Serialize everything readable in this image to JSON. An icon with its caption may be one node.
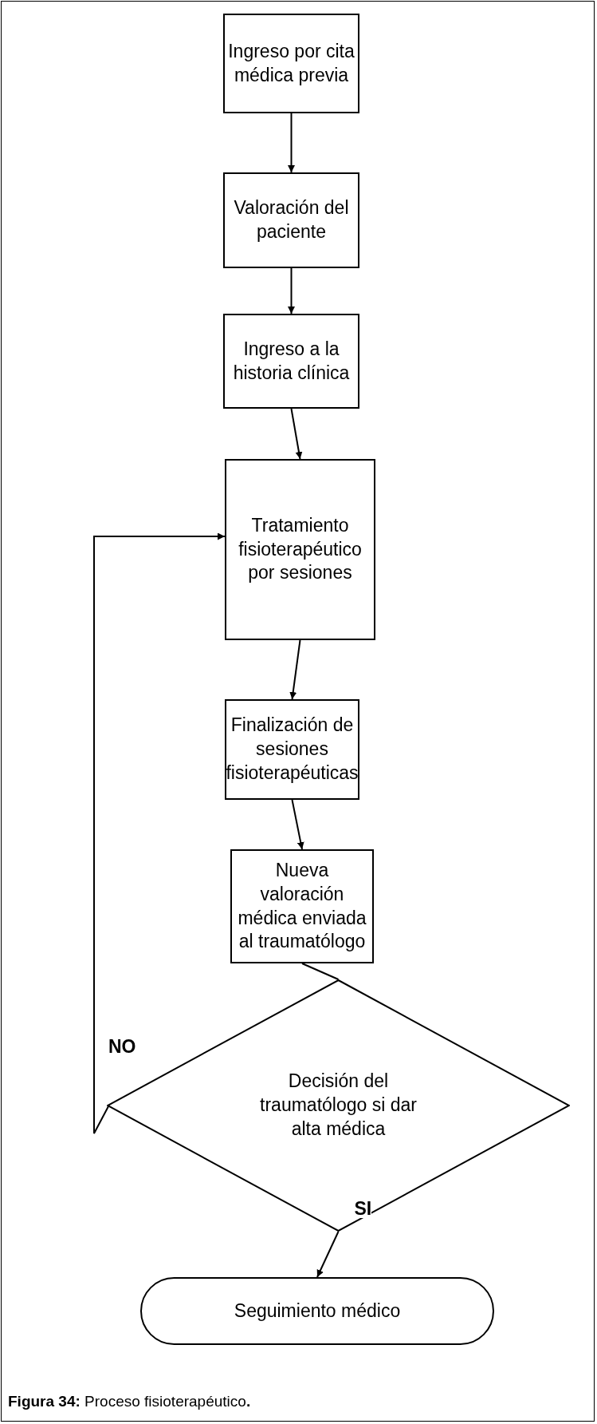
{
  "diagram": {
    "caption": "**Figura 34:** Proceso fisioterapéutico**.**",
    "nodes": [
      {
        "text": [
          "Ingreso por cita médica previa"
        ]
      },
      {
        "text": [
          "Valoración del paciente"
        ]
      },
      {
        "text": [
          "Ingreso a la historia clínica"
        ]
      },
      {
        "text": [
          "Tratamiento fisioterapéutico por sesiones"
        ]
      },
      {
        "text": [
          "Finalización de sesiones fisioterapéuticas"
        ]
      },
      {
        "text": [
          "Nueva valoración médica enviada al traumatólogo"
        ]
      },
      {
        "text": [
          "Decisión del traumatólogo si dar alta médica"
        ]
      },
      {
        "text": [
          "Seguimiento médico"
        ]
      }
    ],
    "edges": [
      {
        "from": 0,
        "to": 1,
        "arrow": "to"
      },
      {
        "from": 1,
        "to": 2,
        "arrow": "to"
      },
      {
        "from": 2,
        "to": 3,
        "arrow": "to"
      },
      {
        "from": 3,
        "to": 4,
        "arrow": "to"
      },
      {
        "from": 4,
        "to": 5,
        "arrow": "to"
      },
      {
        "from": 5,
        "to": 6,
        "arrow": "none"
      },
      {
        "from": 6,
        "to": 3,
        "arrow": "to",
        "label": "NO"
      },
      {
        "from": 6,
        "to": 7,
        "arrow": "to",
        "label": "SI"
      }
    ]
  }
}
